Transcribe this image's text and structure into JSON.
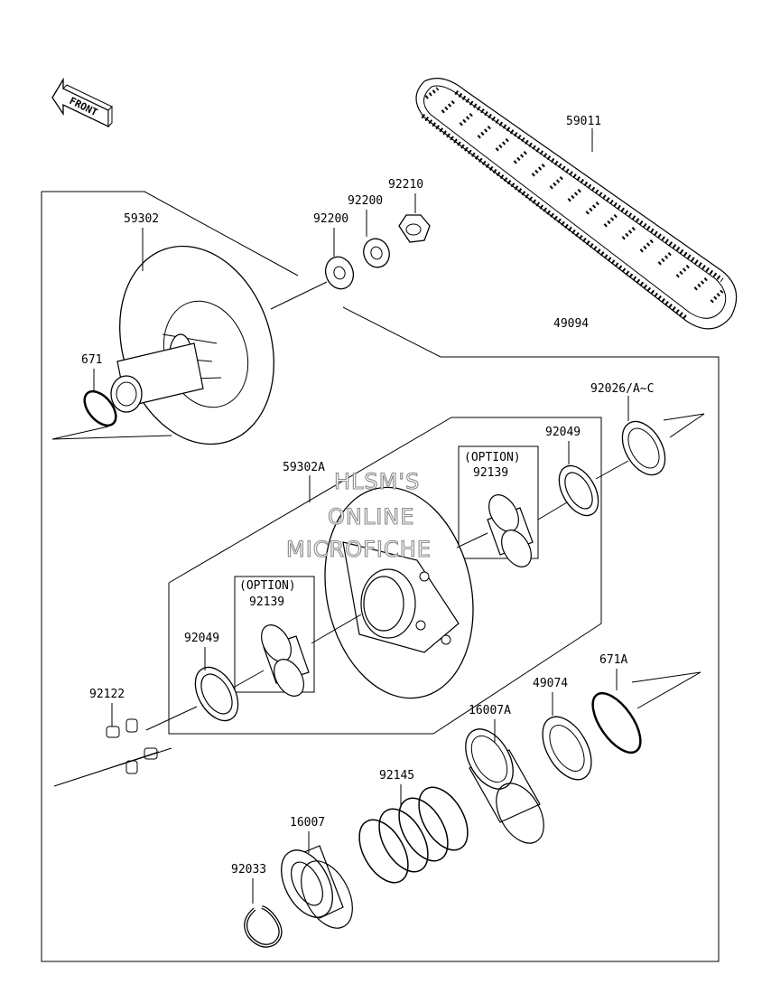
{
  "diagram": {
    "front_marker": "FRONT",
    "watermark": [
      "HLSM'S",
      "ONLINE",
      "MICROFICHE"
    ],
    "option_boxes": [
      {
        "label": "(OPTION)",
        "part": "92139"
      },
      {
        "label": "(OPTION)",
        "part": "92139"
      }
    ],
    "parts": [
      {
        "number": "59011",
        "name": "drive-belt"
      },
      {
        "number": "92210",
        "name": "nut"
      },
      {
        "number": "92200",
        "name": "washer-upper"
      },
      {
        "number": "92200",
        "name": "washer-lower"
      },
      {
        "number": "59302",
        "name": "fixed-sheave"
      },
      {
        "number": "49094",
        "name": "driven-pulley-assembly"
      },
      {
        "number": "671",
        "name": "o-ring"
      },
      {
        "number": "92026/A~C",
        "name": "shim-washer"
      },
      {
        "number": "92049",
        "name": "seal-right"
      },
      {
        "number": "59302A",
        "name": "movable-sheave"
      },
      {
        "number": "92049",
        "name": "seal-left"
      },
      {
        "number": "92122",
        "name": "grease-nipple"
      },
      {
        "number": "671A",
        "name": "o-ring-large"
      },
      {
        "number": "49074",
        "name": "cam-washer"
      },
      {
        "number": "16007A",
        "name": "bushing-a"
      },
      {
        "number": "92145",
        "name": "spring"
      },
      {
        "number": "16007",
        "name": "cam"
      },
      {
        "number": "92033",
        "name": "circlip"
      }
    ]
  }
}
